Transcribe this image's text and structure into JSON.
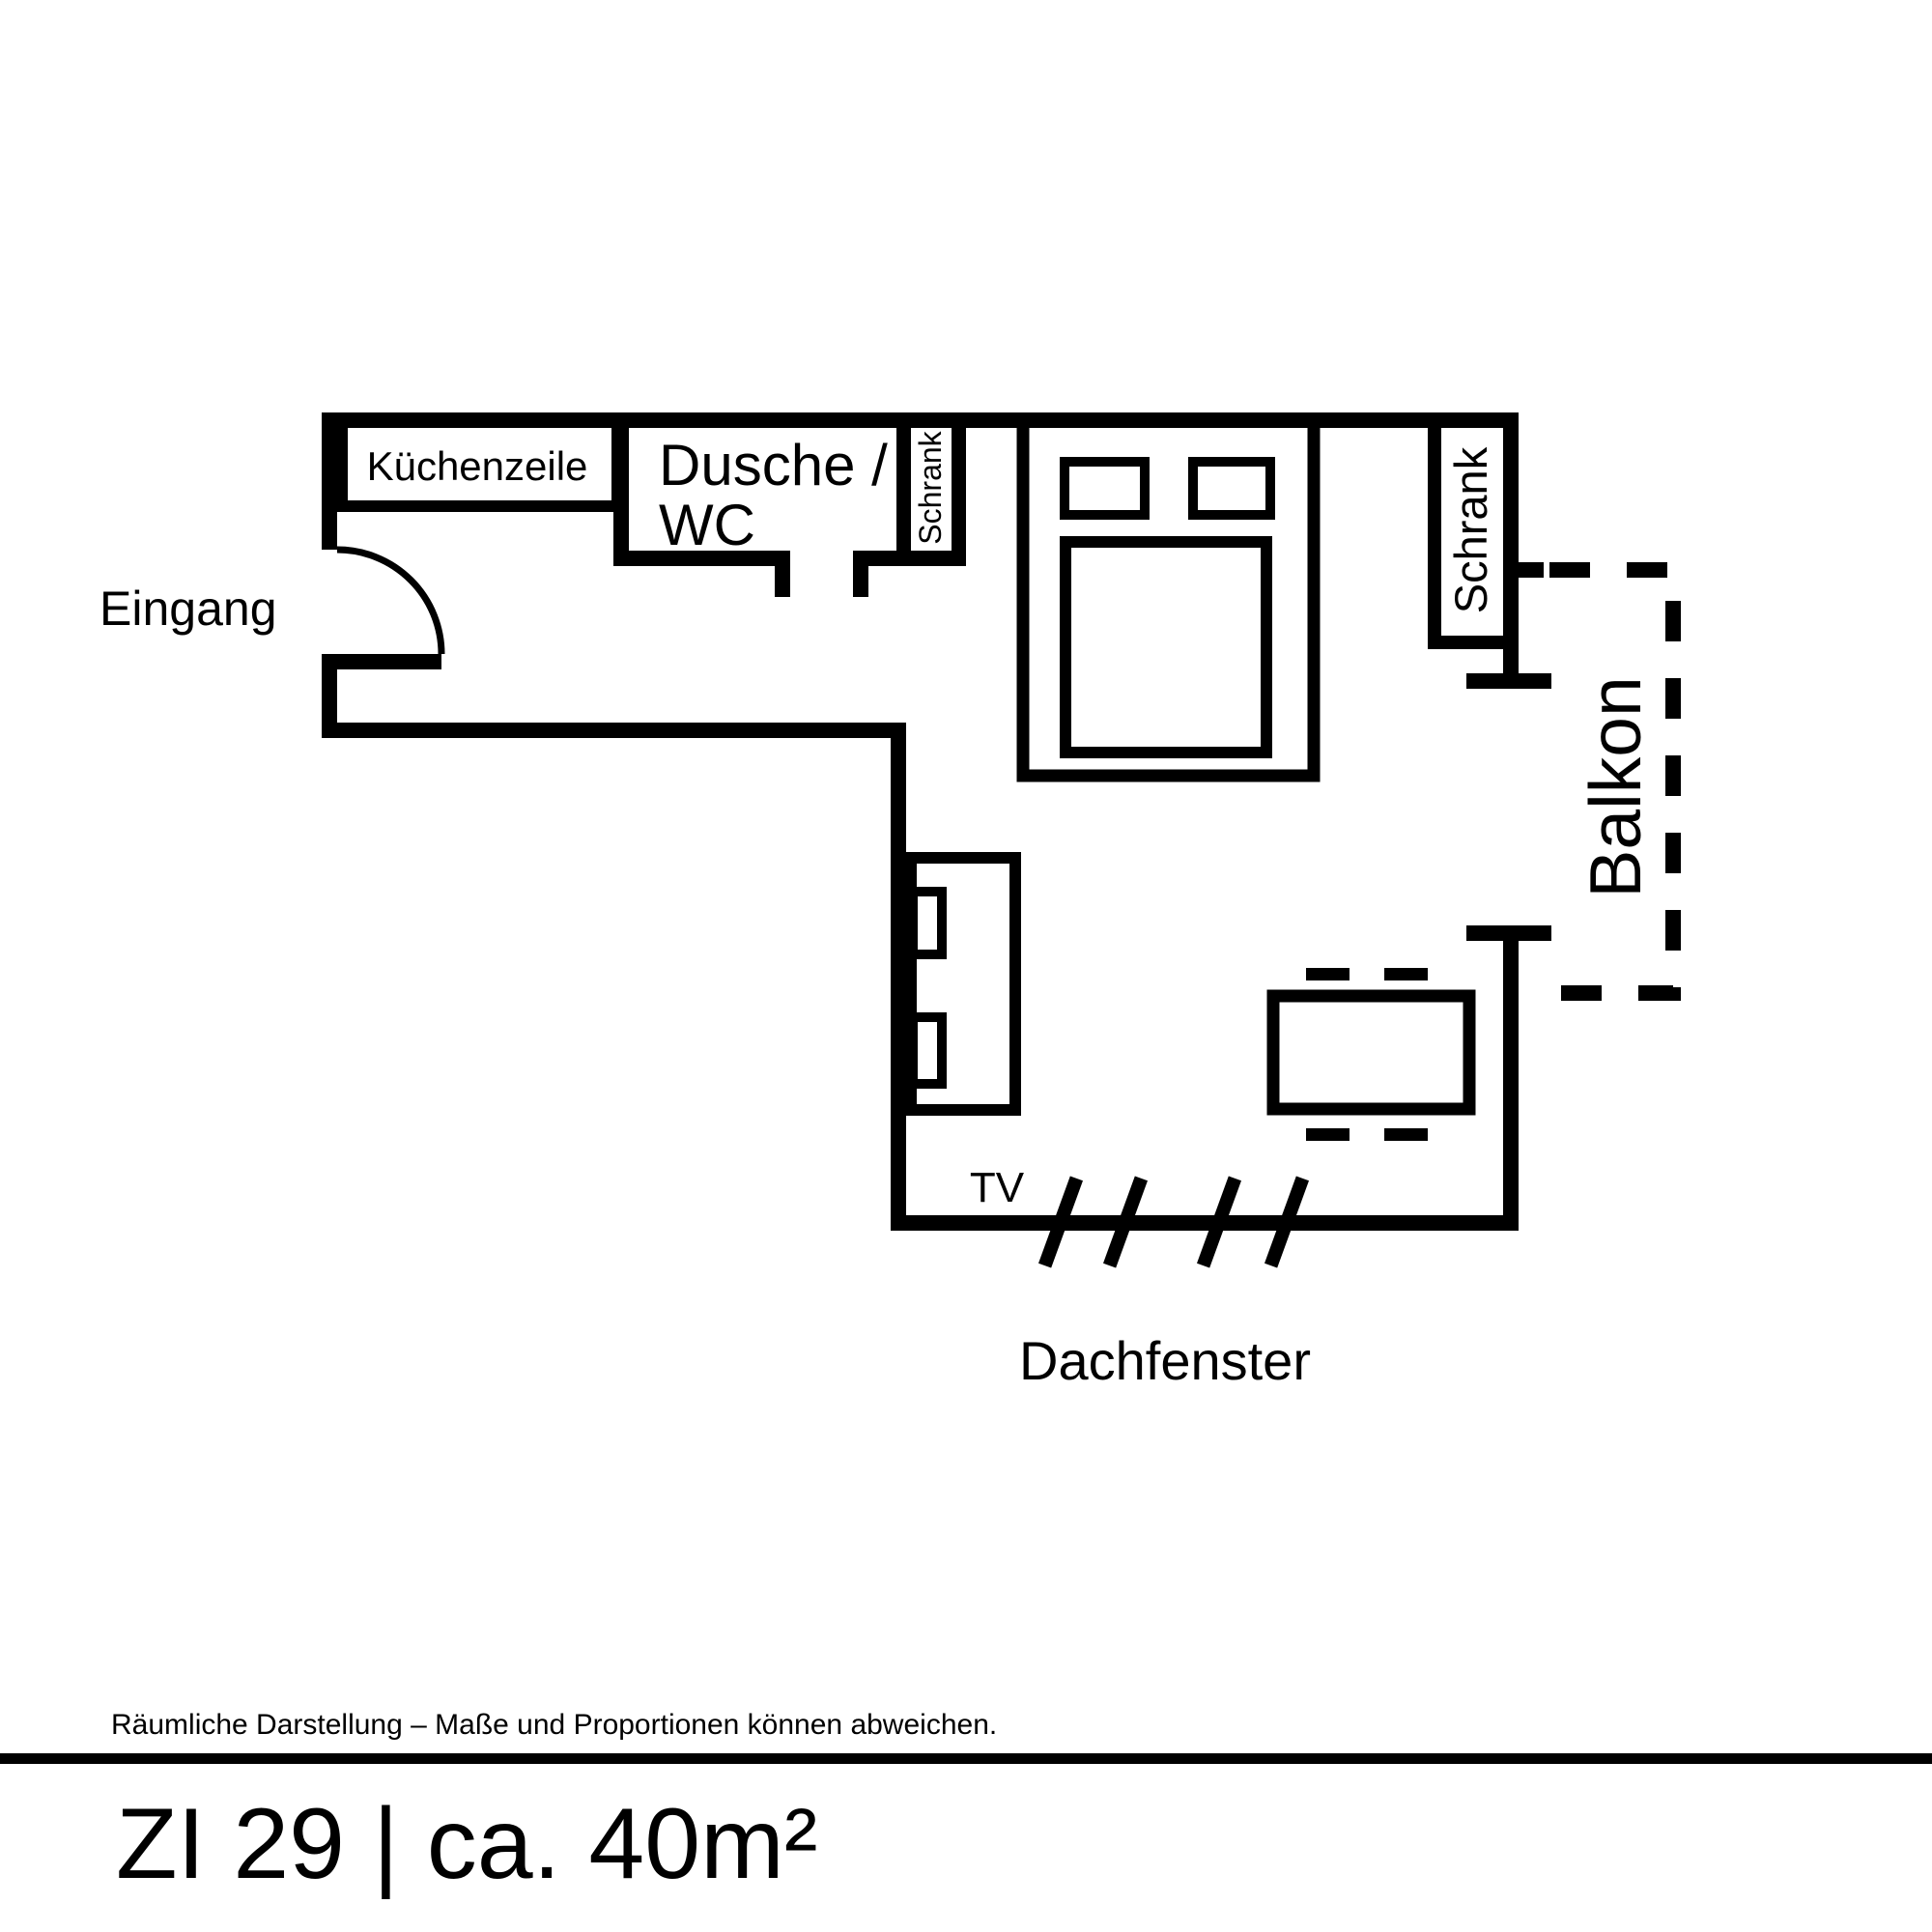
{
  "colors": {
    "line": "#000000",
    "background": "#ffffff"
  },
  "plan": {
    "rooms": {
      "kitchen_label": "Küchenzeile",
      "bath_label_line1": "Dusche /",
      "bath_label_line2": "WC",
      "closet_small_label": "Schrank",
      "closet_large_label": "Schrank",
      "entrance_label": "Eingang",
      "balcony_label": "Balkon",
      "tv_label": "TV",
      "roof_window_label": "Dachfenster"
    }
  },
  "footer": {
    "disclaimer": "Räumliche Darstellung – Maße und Proportionen können abweichen.",
    "room_title": "ZI 29 | ca. 40m²"
  }
}
